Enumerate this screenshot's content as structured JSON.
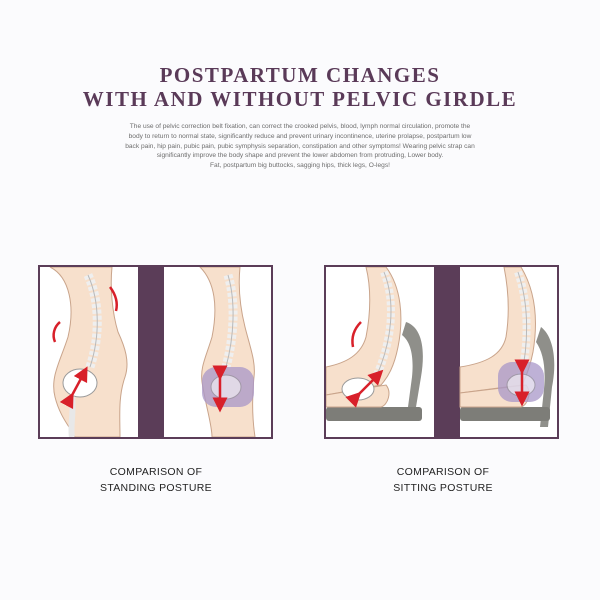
{
  "heading": {
    "line1": "POSTPARTUM CHANGES",
    "line2": "WITH AND WITHOUT PELVIC GIRDLE"
  },
  "description": {
    "lines": [
      "The use of pelvic correction belt fixation, can correct the crooked pelvis, blood, lymph normal circulation, promote the",
      "body to return to normal state, significantly reduce and prevent urinary incontinence, uterine prolapse, postpartum low",
      "back pain, hip pain, pubic pain, pubic symphysis separation, constipation and other symptoms! Wearing pelvic strap can",
      "significantly improve the body shape and prevent the lower abdomen from protruding, Lower body.",
      "Fat, postpartum big buttocks, sagging hips, thick legs, O-legs!"
    ]
  },
  "panels": {
    "standing": {
      "caption_line1": "COMPARISON OF",
      "caption_line2": "STANDING POSTURE"
    },
    "sitting": {
      "caption_line1": "COMPARISON OF",
      "caption_line2": "SITTING POSTURE"
    }
  },
  "colors": {
    "accent": "#5b3d58",
    "skin": "#f7e0cc",
    "arrow": "#d8202a",
    "girdle": "#a897c8",
    "chair": "#7d7d78"
  }
}
